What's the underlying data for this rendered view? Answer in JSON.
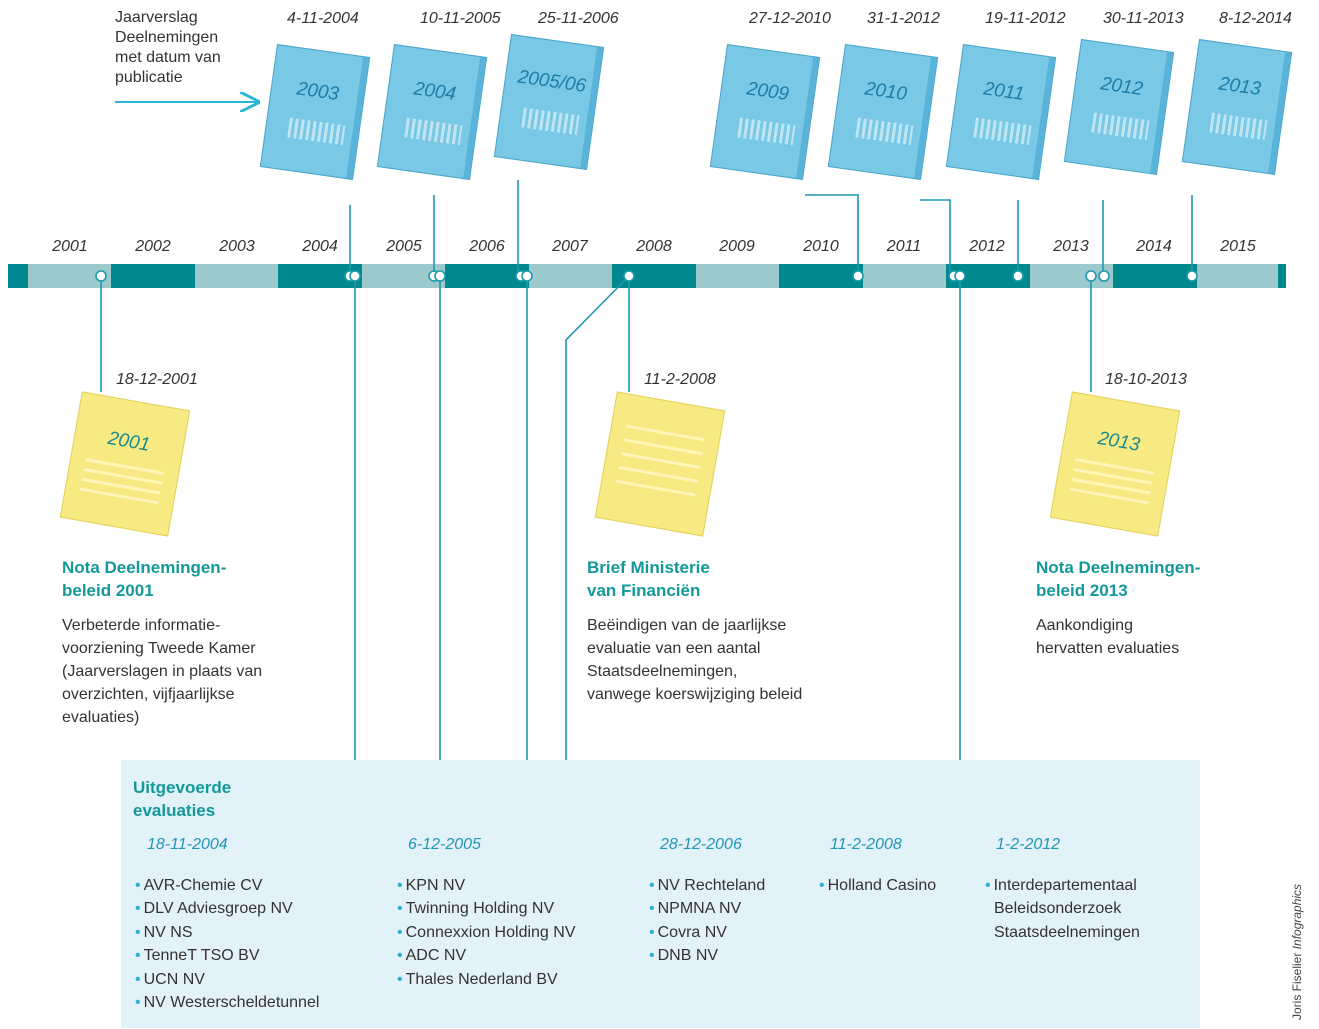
{
  "header_note": [
    "Jaarverslag",
    "Deelnemingen",
    "met datum van",
    "publicatie"
  ],
  "years": [
    "2001",
    "2002",
    "2003",
    "2004",
    "2005",
    "2006",
    "2007",
    "2008",
    "2009",
    "2010",
    "2011",
    "2012",
    "2013",
    "2014",
    "2015"
  ],
  "reports": [
    {
      "year_label": "2003",
      "date": "4-11-2004"
    },
    {
      "year_label": "2004",
      "date": "10-11-2005"
    },
    {
      "year_label": "2005/06",
      "date": "25-11-2006"
    },
    {
      "year_label": "2009",
      "date": "27-12-2010"
    },
    {
      "year_label": "2010",
      "date": "31-1-2012"
    },
    {
      "year_label": "2011",
      "date": "19-11-2012"
    },
    {
      "year_label": "2012",
      "date": "30-11-2013"
    },
    {
      "year_label": "2013",
      "date": "8-12-2014"
    }
  ],
  "policy_docs": [
    {
      "date": "18-12-2001",
      "note_label": "2001",
      "title": [
        "Nota Deelnemingen-",
        "beleid 2001"
      ],
      "body": [
        "Verbeterde informatie-",
        "voorziening Tweede Kamer",
        "(Jaarverslagen in plaats van",
        "overzichten, vijfjaarlijkse",
        "evaluaties)"
      ]
    },
    {
      "date": "11-2-2008",
      "note_label": "",
      "title": [
        "Brief Ministerie",
        "van Financiën"
      ],
      "body": [
        "Beëindigen van de jaarlijkse",
        "evaluatie van een aantal",
        "Staatsdeelnemingen,",
        "vanwege koerswijziging beleid"
      ]
    },
    {
      "date": "18-10-2013",
      "note_label": "2013",
      "title": [
        "Nota Deelnemingen-",
        "beleid 2013"
      ],
      "body": [
        "Aankondiging",
        "hervatten evaluaties"
      ]
    }
  ],
  "evaluations": {
    "heading": [
      "Uitgevoerde",
      "evaluaties"
    ],
    "groups": [
      {
        "date": "18-11-2004",
        "items": [
          "AVR-Chemie CV",
          "DLV Adviesgroep NV",
          "NV NS",
          "TenneT TSO BV",
          "UCN NV",
          "NV Westerscheldetunnel"
        ]
      },
      {
        "date": "6-12-2005",
        "items": [
          "KPN NV",
          "Twinning Holding NV",
          "Connexxion Holding NV",
          "ADC NV",
          "Thales Nederland BV"
        ]
      },
      {
        "date": "28-12-2006",
        "items": [
          "NV Rechteland",
          "NPMNA NV",
          "Covra NV",
          "DNB NV"
        ]
      },
      {
        "date": "11-2-2008",
        "items": [
          "Holland Casino"
        ]
      },
      {
        "date": "1-2-2012",
        "items": [
          "Interdepartementaal",
          "Beleidsonderzoek",
          "Staatsdeelnemingen"
        ]
      }
    ]
  },
  "credit": {
    "name": "Joris Fiselier",
    "suffix": "Infographics"
  },
  "colors": {
    "timeline_dark": "#00888e",
    "timeline_light": "#9bc9cc",
    "book": "#79c8e6",
    "note": "#f8ea83",
    "title": "#12999a",
    "evbox": "#e3f1f8"
  }
}
